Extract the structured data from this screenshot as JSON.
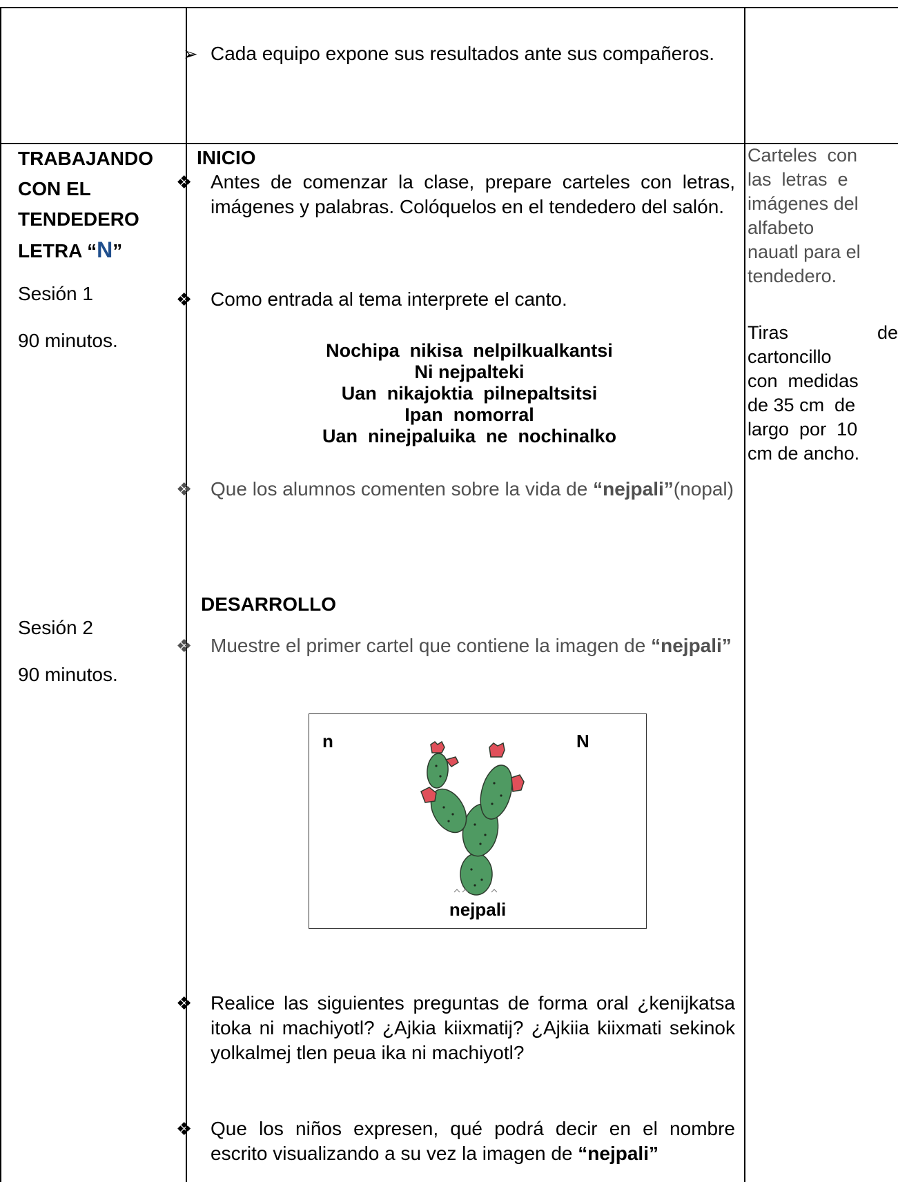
{
  "top_row": {
    "bullet": "➢",
    "text": "Cada equipo expone sus resultados ante sus compañeros."
  },
  "left_col": {
    "title_lines": [
      "TRABAJANDO",
      "CON EL",
      "TENDEDERO"
    ],
    "title_prefix": "LETRA “",
    "title_letter": "N",
    "title_suffix": "”",
    "session1": "Sesión 1",
    "duration1": "90 minutos.",
    "session2": "Sesión 2",
    "duration2": "90 minutos."
  },
  "main": {
    "inicio_heading": "INICIO",
    "item1": "Antes de comenzar la clase, prepare carteles con letras, imágenes y palabras. Colóquelos en el tendedero del salón.",
    "item2": "Como entrada al tema interprete el canto.",
    "song": [
      "Nochipa  nikisa  nelpilkualkantsi",
      "Ni nejpalteki",
      "Uan  nikajoktia  pilnepaltsitsi",
      "Ipan  nomorral",
      "Uan  ninejpaluika  ne  nochinalko"
    ],
    "item3_pre": "Que los alumnos comenten sobre la vida de ",
    "item3_word": "“nejpali”",
    "item3_post": "(nopal)",
    "desarrollo_heading": "DESARROLLO",
    "item4_pre": "Muestre el primer cartel que contiene la imagen de ",
    "item4_word": "“nejpali”",
    "card": {
      "lower": "n",
      "upper": "N",
      "word": "nejpali"
    },
    "item5": "Realice las siguientes preguntas de forma oral ¿kenijkatsa itoka ni machiyotl? ¿Ajkia kiixmatij? ¿Ajkiia kiixmati sekinok yolkalmej tlen peua ika ni machiyotl?",
    "item6_pre": "Que los niños  expresen,  qué podrá decir en el nombre escrito visualizando a su vez la imagen de ",
    "item6_word": "“nejpali”",
    "bullet": "❖"
  },
  "right_col": {
    "materials1": [
      "Carteles  con",
      "las  letras  e",
      "imágenes del",
      "alfabeto",
      "nauatl para el",
      "tendedero."
    ],
    "materials2": [
      "Tiras",
      "cartoncillo",
      "con  medidas",
      "de 35 cm  de",
      "largo  por  10",
      "cm de ancho."
    ],
    "materials2_right": [
      "de"
    ]
  },
  "colors": {
    "letter_accent": "#1f4e8c",
    "tuna_red": "#e0505a",
    "cactus_green": "#4f9a62"
  }
}
